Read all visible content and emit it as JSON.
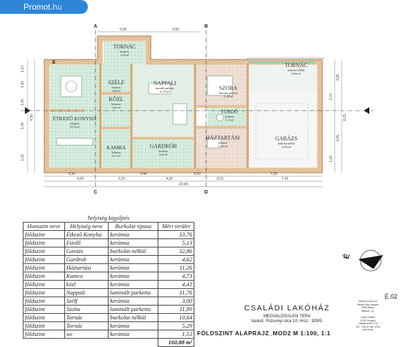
{
  "badge": {
    "brand": "Promot",
    "tld": ".hu"
  },
  "rooms": [
    {
      "id": "tornac-n",
      "name": "TORNÁC",
      "floor": "kerámia",
      "area": "5,29 m²"
    },
    {
      "id": "tornac-e",
      "name": "TORNÁC",
      "floor": "burkolat nélkül",
      "area": "10,64 m²"
    },
    {
      "id": "szelf",
      "name": "SZÉLF",
      "floor": "kerámia",
      "area": "3,00 m²"
    },
    {
      "id": "nappali",
      "name": "NAPPALI",
      "floor": "laminált parketta",
      "area": "31,76 m²"
    },
    {
      "id": "szoba",
      "name": "SZOBA",
      "floor": "laminált parketta",
      "area": "11,89 m²"
    },
    {
      "id": "kozl",
      "name": "KÖZL",
      "floor": "kerámia",
      "area": "4,41 m²"
    },
    {
      "id": "etkezo",
      "name": "ÉTKEZŐ KONYHA",
      "floor": "kerámia",
      "area": "33,76 m²"
    },
    {
      "id": "furdo",
      "name": "FÜRDŐ",
      "floor": "kerámia",
      "area": "5,13 m²"
    },
    {
      "id": "haztartasi",
      "name": "HÁZTARTÁSI",
      "floor": "kerámia",
      "area": "11,26 m²"
    },
    {
      "id": "garazs",
      "name": "GARÁZS",
      "floor": "burkolat nélkül",
      "area": "32,86 m²"
    },
    {
      "id": "kamra",
      "name": "KAMRA",
      "floor": "kerámia",
      "area": "4,73 m²"
    },
    {
      "id": "gardrob",
      "name": "GARDRÓB",
      "floor": "kerámia",
      "area": "4,62 m²"
    }
  ],
  "dims": {
    "top": [
      "6,90",
      "4,90"
    ],
    "bottom_row1": [
      "5,90",
      "3,48",
      "5,00",
      "7,50"
    ],
    "bottom_row2": [
      "4,20",
      "2,16",
      "4,20",
      "3,16",
      "7,41"
    ],
    "bottom_total": "22,04",
    "left": [
      "1,10",
      "1,90",
      "2,40",
      "1,40",
      "4,90",
      "1,20"
    ],
    "right": [
      "3,85",
      "4,05",
      "8,25",
      "2,70",
      "1,20"
    ],
    "section_marks": [
      "A",
      "B",
      "C",
      "D",
      "E"
    ]
  },
  "schedule": {
    "caption": "helyiség kigyűjtés",
    "headers": [
      "Honszint neve",
      "Helyiség neve",
      "Burkolat típusa",
      "Mért terület"
    ],
    "rows": [
      [
        "földszint",
        "Étkező Konyha",
        "kerámia",
        "33,76"
      ],
      [
        "földszint",
        "Fürdő",
        "kerámia",
        "5,13"
      ],
      [
        "földszint",
        "Garázs",
        "burkolat nélkül",
        "32,86"
      ],
      [
        "földszint",
        "Gardrob",
        "kerámia",
        "4,62"
      ],
      [
        "földszint",
        "Háztartási",
        "kerámia",
        "11,26"
      ],
      [
        "földszint",
        "Kamra",
        "kerámia",
        "4,73"
      ],
      [
        "földszint",
        "közl",
        "kerámia",
        "4,41"
      ],
      [
        "földszint",
        "Nappali",
        "laminált parketta",
        "31,76"
      ],
      [
        "földszint",
        "Szélf",
        "kerámia",
        "3,00"
      ],
      [
        "földszint",
        "Szoba",
        "laminált parketta",
        "11,89"
      ],
      [
        "földszint",
        "Tornác",
        "burkolat nélkül",
        "10,64"
      ],
      [
        "földszint",
        "Tornác",
        "kerámia",
        "5,29"
      ],
      [
        "földszint",
        "wc",
        "kerámia",
        "1,53"
      ]
    ],
    "total": "160,88 m²"
  },
  "titleblock": {
    "title": "CSALÁDI LAKÓHÁZ",
    "subtitle": "MEGVALÓSULÁSI TERV",
    "address": "Vaskút, Pozsonyi utca 10.  Hrsz.: 929/5.",
    "footer": "FÖLDSZINT ALAPRAJZ_MOD2  M 1:100, 1:1",
    "sheet": "É.02",
    "north": "É",
    "company_lines": [
      "Márta Kovács és",
      "Mérnö Kap Nikolett",
      "6900 Makó",
      "Makócz. 11.",
      "",
      "Lázár László",
      "6700 Szeged",
      "Hajóállomás 17/a",
      "Tel.: +36 20 356 1234",
      "Ikra Bodo"
    ]
  }
}
